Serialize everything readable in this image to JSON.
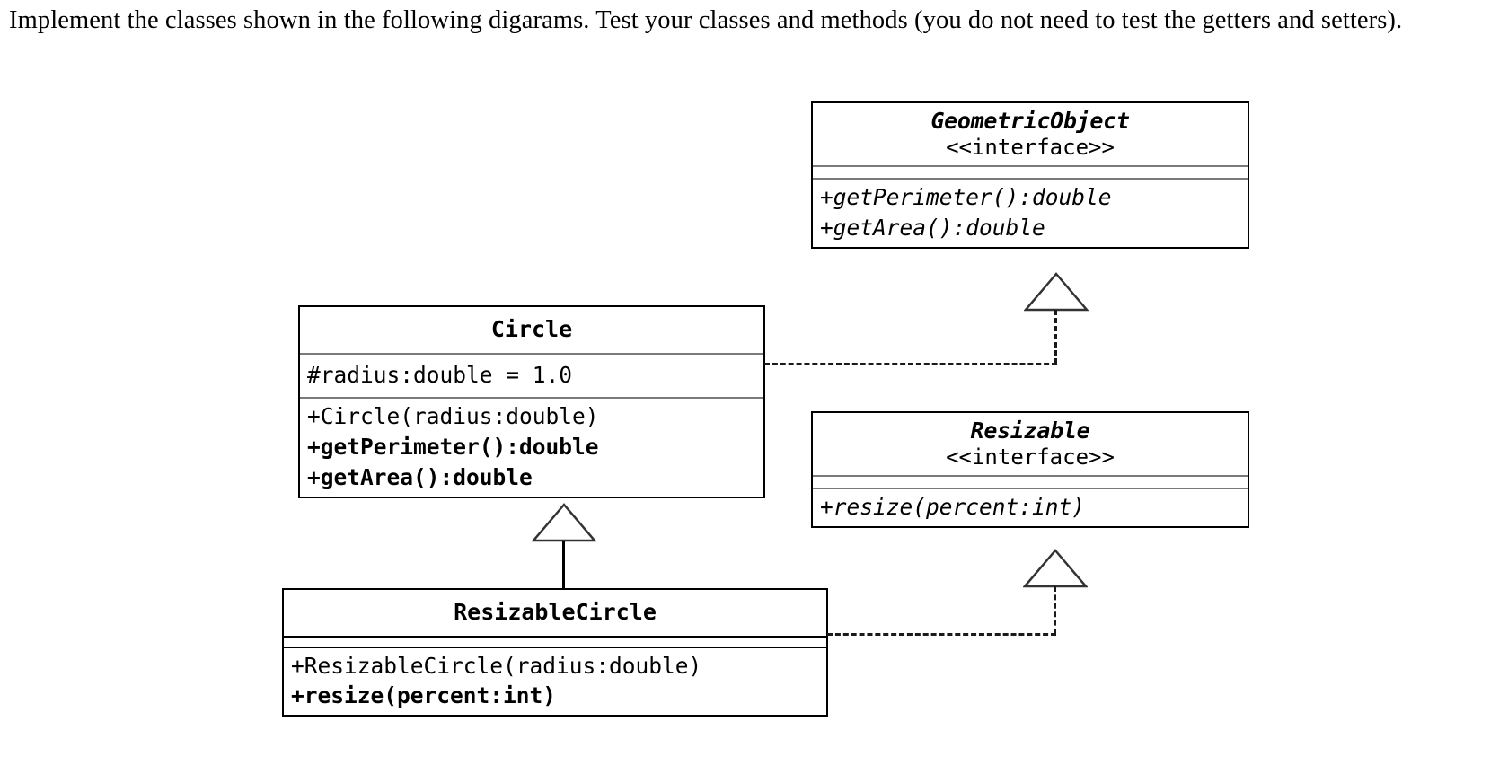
{
  "prompt": {
    "text": "Implement the classes shown in the following digarams. Test your classes and methods (you do not need to test the getters and setters)."
  },
  "diagram": {
    "type": "uml-class-diagram",
    "classes": [
      {
        "id": "geometricobject",
        "name": "GeometricObject",
        "stereotype": "<<interface>>",
        "name_style": "bold-italic",
        "attributes": [],
        "methods": [
          {
            "text": "+getPerimeter():double",
            "style": "italic"
          },
          {
            "text": "+getArea():double",
            "style": "italic"
          }
        ]
      },
      {
        "id": "circle",
        "name": "Circle",
        "stereotype": "",
        "name_style": "bold",
        "attributes": [
          {
            "text": "#radius:double = 1.0",
            "style": "normal"
          }
        ],
        "methods": [
          {
            "text": "+Circle(radius:double)",
            "style": "normal"
          },
          {
            "text": "+getPerimeter():double",
            "style": "bold"
          },
          {
            "text": "+getArea():double",
            "style": "bold"
          }
        ]
      },
      {
        "id": "resizable",
        "name": "Resizable",
        "stereotype": "<<interface>>",
        "name_style": "bold-italic",
        "attributes": [],
        "methods": [
          {
            "text": "+resize(percent:int)",
            "style": "italic"
          }
        ]
      },
      {
        "id": "resizablecircle",
        "name": "ResizableCircle",
        "stereotype": "",
        "name_style": "bold",
        "attributes": [],
        "methods": [
          {
            "text": "+ResizableCircle(radius:double)",
            "style": "normal"
          },
          {
            "text": "+resize(percent:int)",
            "style": "bold"
          }
        ]
      }
    ],
    "relations": [
      {
        "id": "circle-implements-geometricobject",
        "kind": "realization",
        "from": "Circle",
        "to": "GeometricObject",
        "line": "dashed",
        "arrowhead": "hollow-triangle"
      },
      {
        "id": "resizablecircle-extends-circle",
        "kind": "generalization",
        "from": "ResizableCircle",
        "to": "Circle",
        "line": "solid",
        "arrowhead": "hollow-triangle"
      },
      {
        "id": "resizablecircle-implements-resizable",
        "kind": "realization",
        "from": "ResizableCircle",
        "to": "Resizable",
        "line": "dashed",
        "arrowhead": "hollow-triangle"
      }
    ],
    "colors": {
      "border": "#000000",
      "separator": "#7a7a7a",
      "line": "#1a1a1a",
      "background": "#ffffff",
      "text": "#000000"
    }
  }
}
